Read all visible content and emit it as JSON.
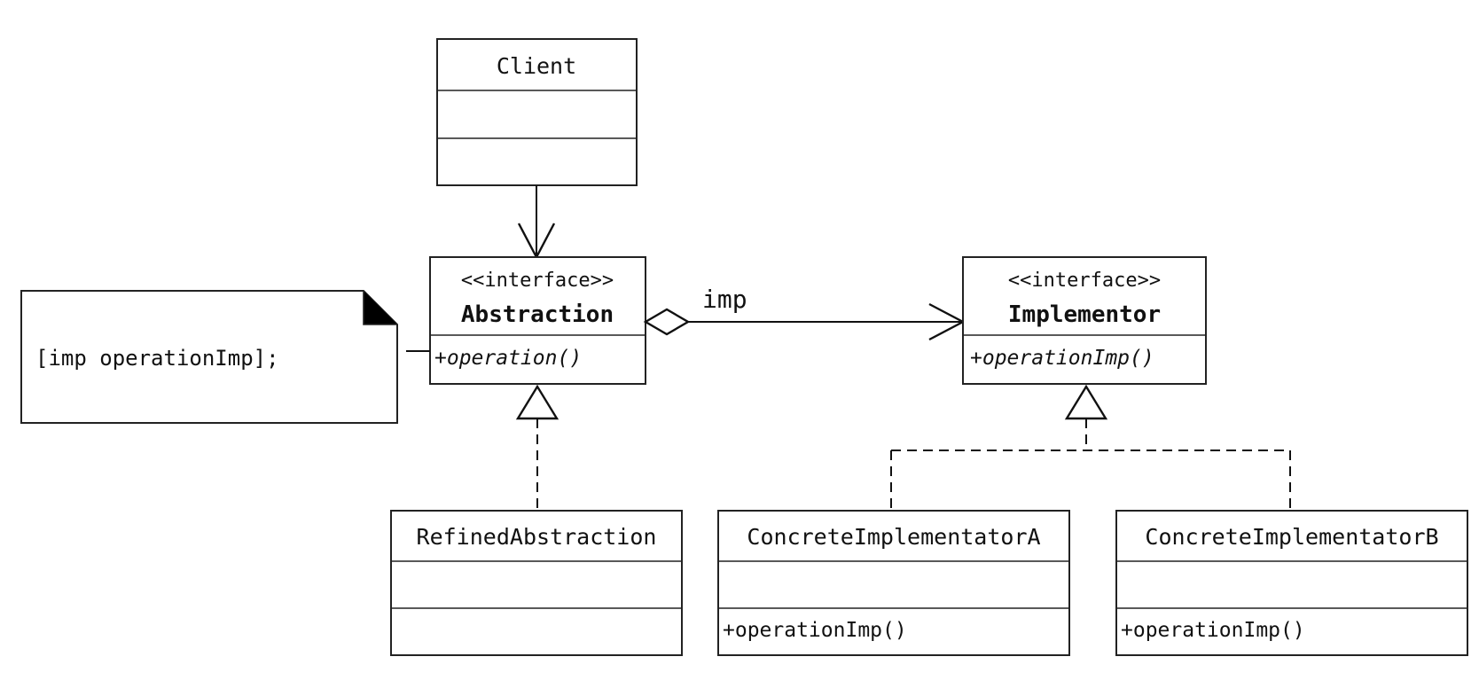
{
  "client": {
    "name": "Client"
  },
  "abstraction": {
    "stereotype": "<<interface>>",
    "name": "Abstraction",
    "operation": "+operation()"
  },
  "implementor": {
    "stereotype": "<<interface>>",
    "name": "Implementor",
    "operation": "+operationImp()"
  },
  "refined_abstraction": {
    "name": "RefinedAbstraction"
  },
  "concrete_a": {
    "name": "ConcreteImplementatorA",
    "operation": "+operationImp()"
  },
  "concrete_b": {
    "name": "ConcreteImplementatorB",
    "operation": "+operationImp()"
  },
  "association": {
    "label": "imp"
  },
  "note": {
    "text": "[imp operationImp];"
  }
}
